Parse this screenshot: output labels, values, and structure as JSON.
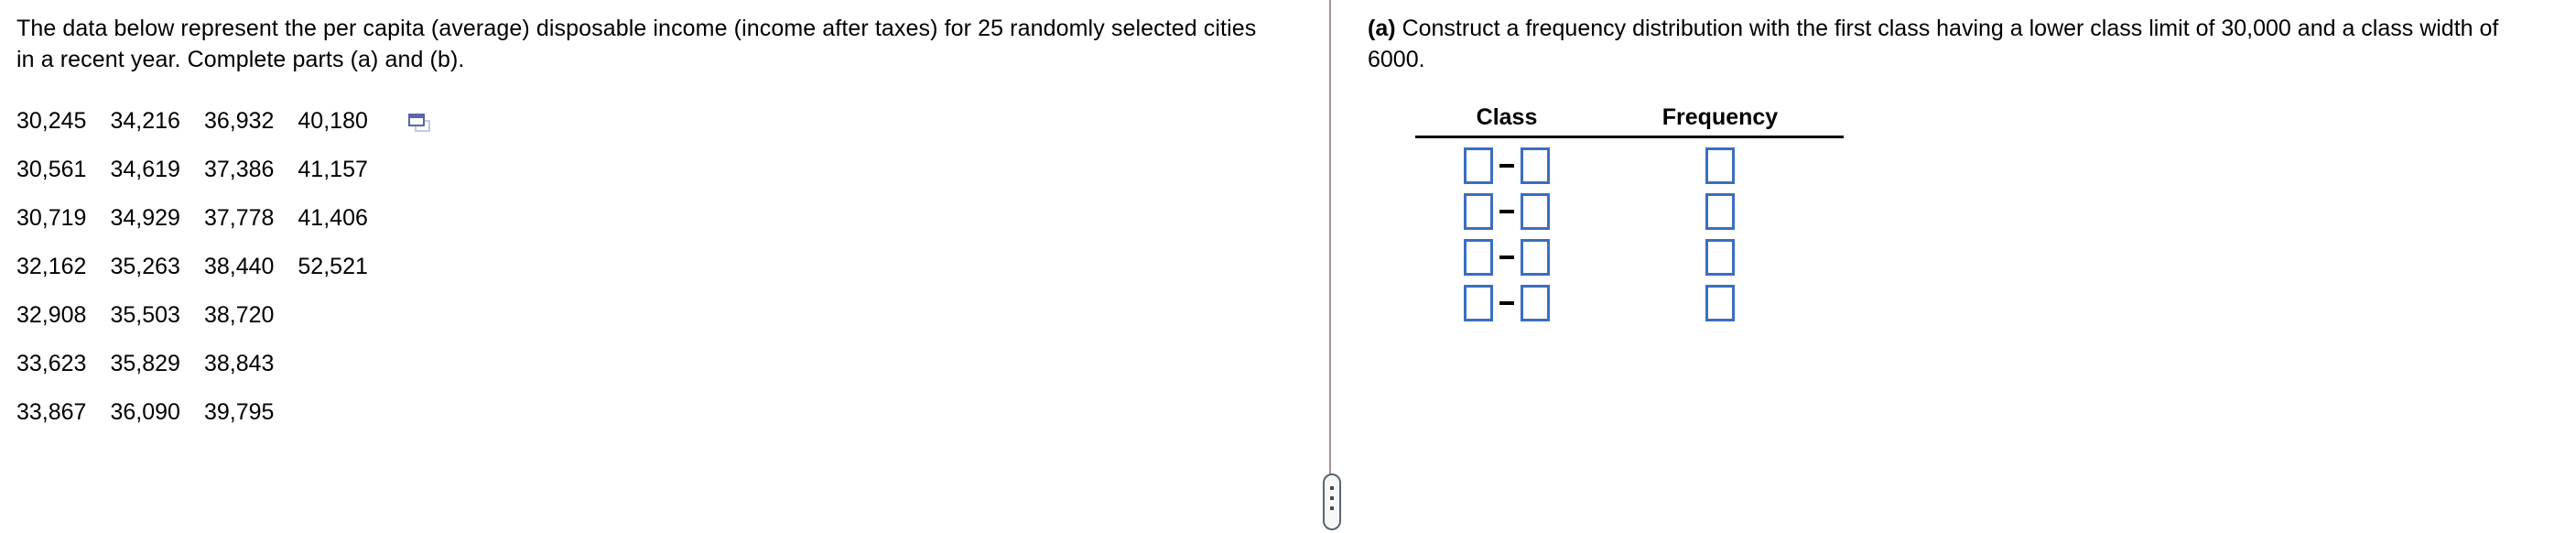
{
  "left": {
    "prompt": "The data below represent the per capita (average) disposable income (income after taxes) for 25 randomly selected cities in a recent year. Complete parts (a) and (b).",
    "data_grid": {
      "rows": [
        [
          "30,245",
          "34,216",
          "36,932",
          "40,180"
        ],
        [
          "30,561",
          "34,619",
          "37,386",
          "41,157"
        ],
        [
          "30,719",
          "34,929",
          "37,778",
          "41,406"
        ],
        [
          "32,162",
          "35,263",
          "38,440",
          "52,521"
        ],
        [
          "32,908",
          "35,503",
          "38,720",
          ""
        ],
        [
          "33,623",
          "35,829",
          "38,843",
          ""
        ],
        [
          "33,867",
          "36,090",
          "39,795",
          ""
        ]
      ]
    },
    "copy_icon_name": "copy-to-spreadsheet-icon"
  },
  "divider": {
    "handle_name": "panel-resize-handle",
    "color": "#a98fa0"
  },
  "right": {
    "part_label": "(a)",
    "question": "Construct a frequency distribution with the first class having a lower class limit of 30,000 and a class width of 6000.",
    "table": {
      "headers": {
        "class": "Class",
        "frequency": "Frequency"
      },
      "separator": "–",
      "rows": [
        {
          "lower": "",
          "upper": "",
          "frequency": ""
        },
        {
          "lower": "",
          "upper": "",
          "frequency": ""
        },
        {
          "lower": "",
          "upper": "",
          "frequency": ""
        },
        {
          "lower": "",
          "upper": "",
          "frequency": ""
        }
      ]
    }
  },
  "colors": {
    "input_border": "#3b6ec1",
    "divider": "#a98fa0",
    "icon_primary": "#5a66a8",
    "icon_secondary": "#c3c8e8"
  }
}
